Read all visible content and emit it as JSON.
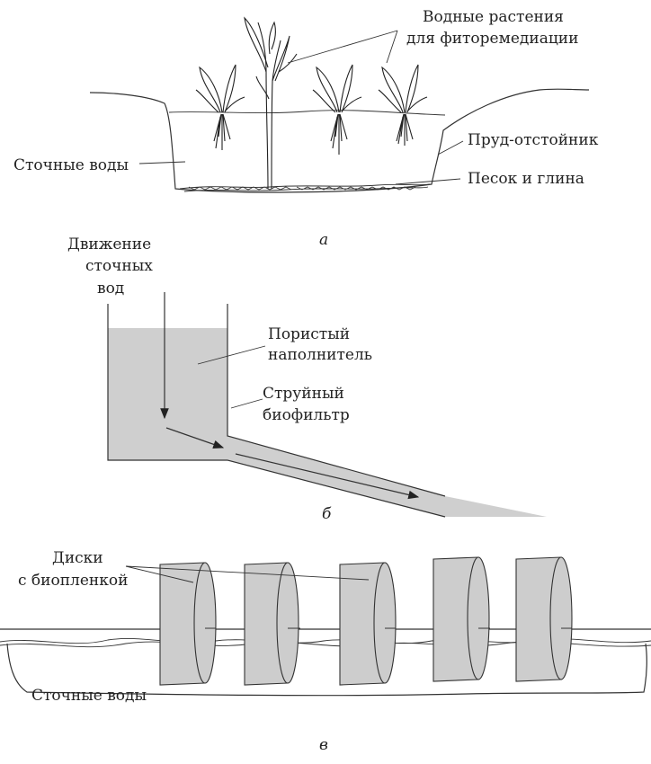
{
  "panel_a": {
    "label_plants_line1": "Водные растения",
    "label_plants_line2": "для фиторемедиации",
    "label_pond": "Пруд-отстойник",
    "label_wastewater": "Сточные воды",
    "label_sand": "Песок и глина",
    "caption": "а"
  },
  "panel_b": {
    "label_flow_line1": "Движение",
    "label_flow_line2": "сточных",
    "label_flow_line3": "вод",
    "label_media_line1": "Пористый",
    "label_media_line2": "наполнитель",
    "label_filter_line1": "Струйный",
    "label_filter_line2": "биофильтр",
    "caption": "б"
  },
  "panel_c": {
    "label_disks_line1": "Диски",
    "label_disks_line2": "с биопленкой",
    "label_wastewater": "Сточные воды",
    "caption": "в"
  },
  "colors": {
    "fill_gray": "#cfcfcf",
    "line": "#333333"
  }
}
